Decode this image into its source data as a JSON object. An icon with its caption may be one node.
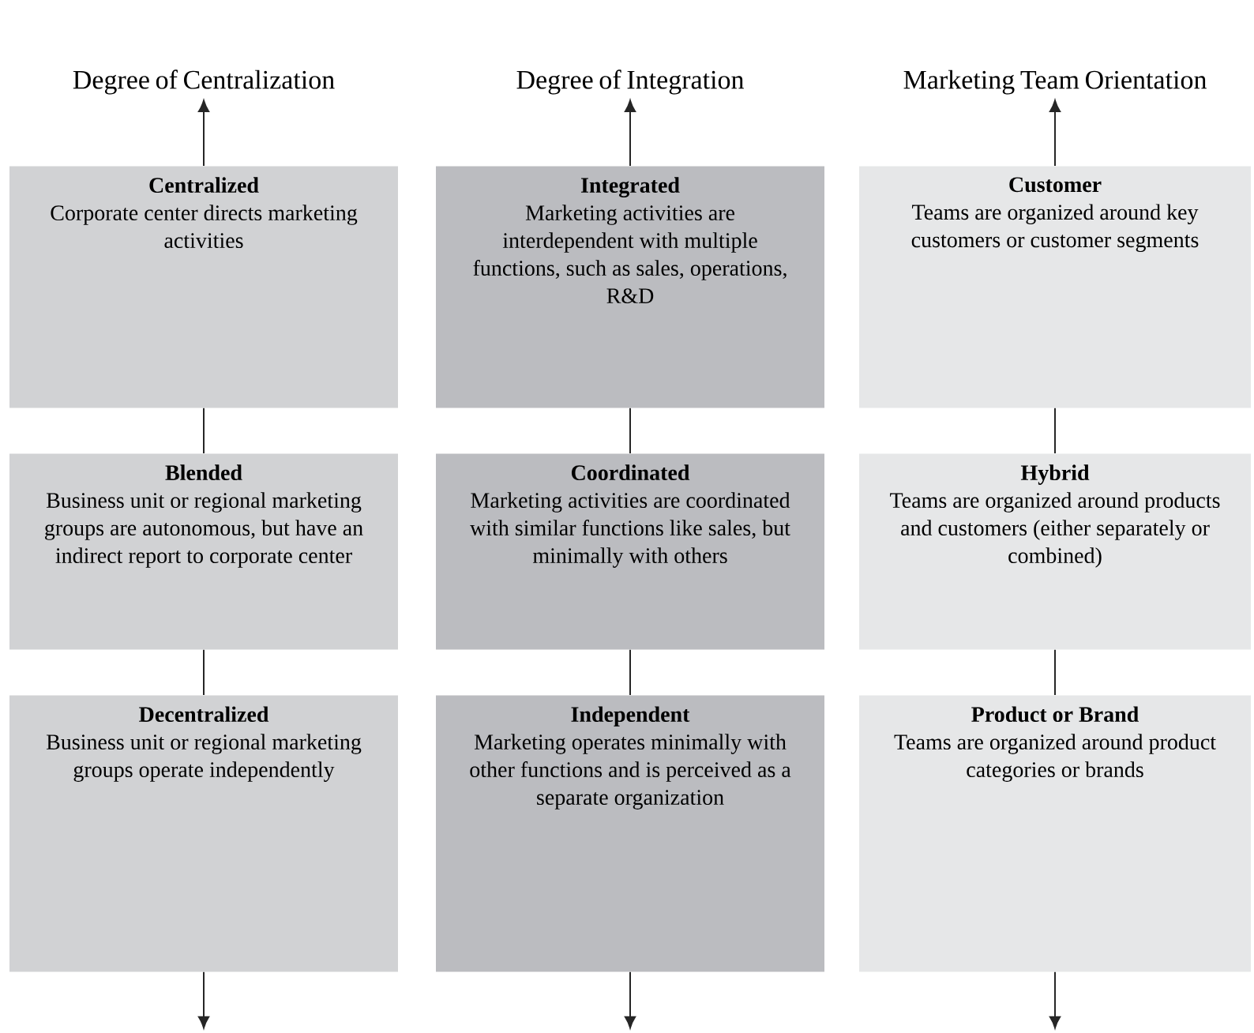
{
  "diagram": {
    "nodes": [
      {
        "text": [
          "Degree of Centralization"
        ]
      },
      {
        "text": [
          "Degree of Integration"
        ]
      },
      {
        "text": [
          "Marketing Team Orientation"
        ]
      },
      {
        "text": [
          "Centralized",
          "Corporate center directs marketing activities"
        ]
      },
      {
        "text": [
          "Integrated",
          "Marketing activities are interdependent with multiple functions, such as sales, operations, R&D"
        ]
      },
      {
        "text": [
          "Customer",
          "Teams are organized around key customers or customer segments"
        ]
      },
      {
        "text": [
          "Blended",
          "Business unit or regional marketing groups are autonomous, but have an indirect report to corporate center"
        ]
      },
      {
        "text": [
          "Coordinated",
          "Marketing activities are coordinated with similar functions like sales, but minimally with others"
        ]
      },
      {
        "text": [
          "Hybrid",
          "Teams are organized around products and customers (either separately or combined)"
        ]
      },
      {
        "text": [
          "Decentralized",
          "Business unit or regional marketing groups operate independently"
        ]
      },
      {
        "text": [
          "Independent",
          "Marketing operates minimally with other functions and is perceived as a separate organization"
        ]
      },
      {
        "text": [
          "Product or Brand",
          "Teams are organized around product categories or brands"
        ]
      }
    ],
    "edges": [
      {
        "from": 3,
        "to": 0,
        "arrow": "to"
      },
      {
        "from": 4,
        "to": 1,
        "arrow": "to"
      },
      {
        "from": 5,
        "to": 2,
        "arrow": "to"
      },
      {
        "from": 3,
        "to": 6,
        "arrow": "none"
      },
      {
        "from": 4,
        "to": 7,
        "arrow": "none"
      },
      {
        "from": 5,
        "to": 8,
        "arrow": "none"
      },
      {
        "from": 6,
        "to": 9,
        "arrow": "none"
      },
      {
        "from": 7,
        "to": 10,
        "arrow": "none"
      },
      {
        "from": 8,
        "to": 11,
        "arrow": "none"
      },
      {
        "from": 9,
        "to": null,
        "arrow": "to"
      },
      {
        "from": 10,
        "to": null,
        "arrow": "to"
      },
      {
        "from": 11,
        "to": null,
        "arrow": "to"
      }
    ]
  }
}
